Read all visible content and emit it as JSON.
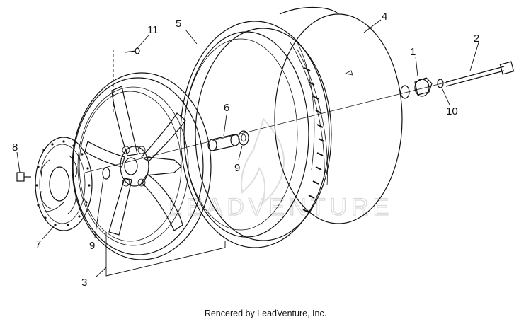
{
  "callouts": {
    "c1": "1",
    "c2": "2",
    "c3": "3",
    "c4": "4",
    "c5": "5",
    "c6": "6",
    "c7": "7",
    "c8": "8",
    "c9a": "9",
    "c9b": "9",
    "c10": "10",
    "c11": "11"
  },
  "watermark": {
    "text": "LEADVENTURE"
  },
  "footer": {
    "credit": "Rencered by LeadVenture, Inc."
  }
}
